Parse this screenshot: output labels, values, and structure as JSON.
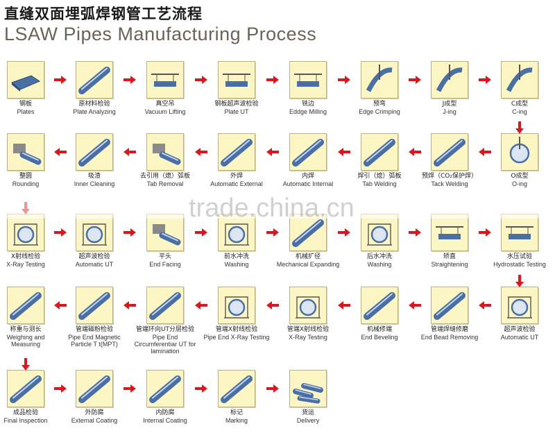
{
  "title_zh": "直缝双面埋弧焊钢管工艺流程",
  "title_en": "LSAW Pipes Manufacturing Process",
  "watermark": "trade.china.cn",
  "colors": {
    "tile_bg": "#fbf6c3",
    "arrow": "#d7181e",
    "pipe": "#4a6fa5"
  },
  "steps": [
    {
      "zh": "钢板",
      "en": "Plates",
      "icon": "plates-icon"
    },
    {
      "zh": "原材料检验",
      "en": "Plate Analyzing",
      "icon": "plate-analyzing-icon"
    },
    {
      "zh": "真空吊",
      "en": "Vacuum Lifting",
      "icon": "vacuum-lifting-icon"
    },
    {
      "zh": "钢板超声波检验",
      "en": "Plate UT",
      "icon": "plate-ut-icon"
    },
    {
      "zh": "铣边",
      "en": "Eddge Milling",
      "icon": "edge-milling-icon"
    },
    {
      "zh": "预弯",
      "en": "Edge Crimping",
      "icon": "edge-crimping-icon"
    },
    {
      "zh": "J成型",
      "en": "J-ing",
      "icon": "j-ing-icon"
    },
    {
      "zh": "C成型",
      "en": "C-ing",
      "icon": "c-ing-icon"
    },
    {
      "zh": "O成型",
      "en": "O-ing",
      "icon": "o-ing-icon"
    },
    {
      "zh": "预焊（CO₂保护焊）",
      "en": "Tack Welding",
      "icon": "tack-welding-icon"
    },
    {
      "zh": "焊引（熄）弧板",
      "en": "Tab Welding",
      "icon": "tab-welding-icon"
    },
    {
      "zh": "内焊",
      "en": "Automatic Internal",
      "icon": "internal-welding-icon"
    },
    {
      "zh": "外焊",
      "en": "Automatic External",
      "icon": "external-welding-icon"
    },
    {
      "zh": "去引用（熄）弧板",
      "en": "Tab Removal",
      "icon": "tab-removal-icon"
    },
    {
      "zh": "吸渣",
      "en": "Inner Cleaning",
      "icon": "inner-cleaning-icon"
    },
    {
      "zh": "整圆",
      "en": "Rounding",
      "icon": "rounding-icon"
    },
    {
      "zh": "X射线检验",
      "en": "X-Ray Testing",
      "icon": "xray-testing-icon"
    },
    {
      "zh": "超声波检验",
      "en": "Automatic UT",
      "icon": "automatic-ut-icon"
    },
    {
      "zh": "平头",
      "en": "End Facing",
      "icon": "end-facing-icon"
    },
    {
      "zh": "前水冲洗",
      "en": "Washing",
      "icon": "washing-icon"
    },
    {
      "zh": "机械扩径",
      "en": "Mechanical Expanding",
      "icon": "mechanical-expanding-icon"
    },
    {
      "zh": "后水冲洗",
      "en": "Washing",
      "icon": "washing-2-icon"
    },
    {
      "zh": "矫直",
      "en": "Straightening",
      "icon": "straightening-icon"
    },
    {
      "zh": "水压试验",
      "en": "Hydrostatic Testing",
      "icon": "hydrostatic-testing-icon"
    },
    {
      "zh": "超声波检验",
      "en": "Automatic UT",
      "icon": "automatic-ut-2-icon"
    },
    {
      "zh": "管端焊缝修磨",
      "en": "End Bead Removing",
      "icon": "end-bead-removing-icon"
    },
    {
      "zh": "机械修端",
      "en": "End Beveling",
      "icon": "end-beveling-icon"
    },
    {
      "zh": "管端X射线检验",
      "en": "X-Ray Testing",
      "icon": "xray-testing-2-icon"
    },
    {
      "zh": "管端X射线检验",
      "en": "Pipe End X-Ray Testing",
      "icon": "pipe-end-xray-icon"
    },
    {
      "zh": "管端环向UT分层检验",
      "en": "Pipe End Circumferentiar UT for lamination",
      "icon": "pipe-end-ut-icon"
    },
    {
      "zh": "管端磁粉检验",
      "en": "Pipe End Magnetic Particle T t(MPT)",
      "icon": "pipe-end-mpt-icon"
    },
    {
      "zh": "称重与测长",
      "en": "Weighing and Measuring",
      "icon": "weighing-icon"
    },
    {
      "zh": "成品检验",
      "en": "Final Inspection",
      "icon": "final-inspection-icon"
    },
    {
      "zh": "外防腐",
      "en": "External Coating",
      "icon": "external-coating-icon"
    },
    {
      "zh": "内防腐",
      "en": "Internal Coating",
      "icon": "internal-coating-icon"
    },
    {
      "zh": "标记",
      "en": "Marking",
      "icon": "marking-icon"
    },
    {
      "zh": "货运",
      "en": "Delivery",
      "icon": "delivery-icon"
    }
  ]
}
